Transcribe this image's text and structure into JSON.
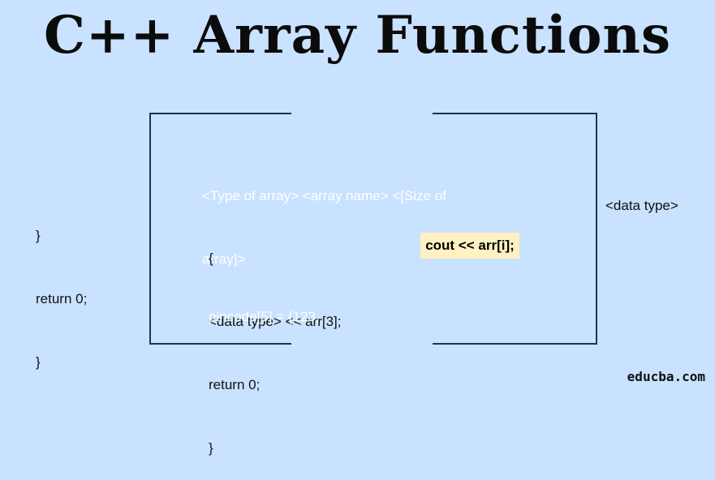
{
  "title": "C++ Array Functions",
  "left_code": [
    "}",
    "return 0;",
    "}"
  ],
  "box": {
    "syntax_lines": [
      "<Type of array> <array name> <[Size of",
      "array]>"
    ],
    "body_lines": [
      "{",
      "<data type> << arr[3];",
      "return 0;",
      "}"
    ],
    "pincode": "pincode[5] = {123,"
  },
  "highlight": "cout << arr[i];",
  "right_label": "<data type>",
  "brand": "educba.com",
  "colors": {
    "background": "#c9e2ff",
    "frame": "#1a3556",
    "highlight_bg": "#fff1c1",
    "syntax_text": "#ffffff"
  }
}
